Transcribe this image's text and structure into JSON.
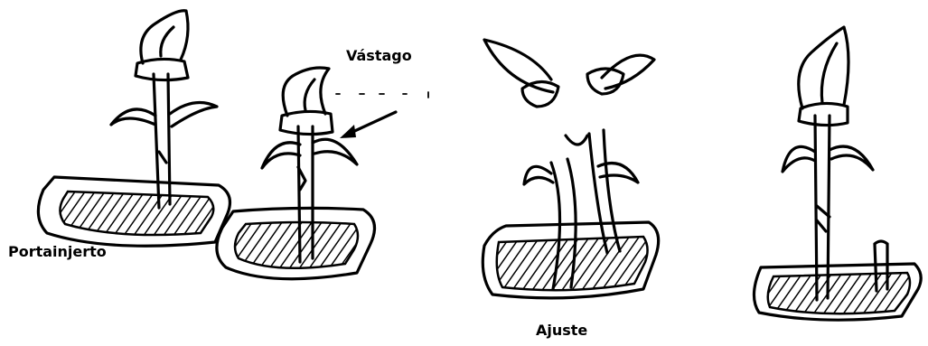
{
  "labels": {
    "scion": "Vástago",
    "rootstock": "Portainjerto",
    "fit": "Ajuste"
  },
  "colors": {
    "ink": "#000000",
    "background": "#ffffff"
  }
}
